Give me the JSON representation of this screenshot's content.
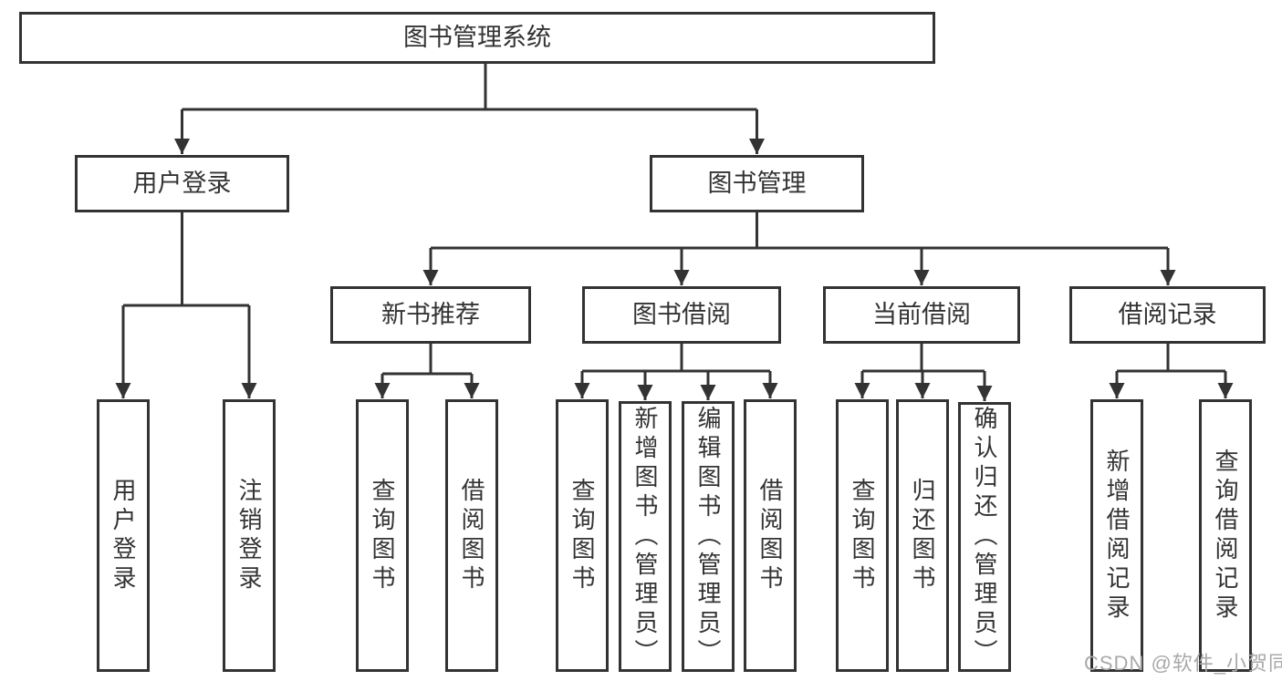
{
  "diagram": {
    "root": {
      "label": "图书管理系统"
    },
    "level2": [
      {
        "label": "用户登录"
      },
      {
        "label": "图书管理"
      }
    ],
    "level3": [
      {
        "label": "新书推荐"
      },
      {
        "label": "图书借阅"
      },
      {
        "label": "当前借阅"
      },
      {
        "label": "借阅记录"
      }
    ],
    "leaves": [
      {
        "label": "用户登录"
      },
      {
        "label": "注销登录"
      },
      {
        "label": "查询图书"
      },
      {
        "label": "借阅图书"
      },
      {
        "label": "查询图书"
      },
      {
        "label": "新增图书（管理员）"
      },
      {
        "label": "编辑图书（管理员）"
      },
      {
        "label": "借阅图书"
      },
      {
        "label": "查询图书"
      },
      {
        "label": "归还图书"
      },
      {
        "label": "确认归还（管理员）"
      },
      {
        "label": "新增借阅记录"
      },
      {
        "label": "查询借阅记录"
      }
    ]
  },
  "watermark": {
    "text": "CSDN @软件_小贺同学"
  },
  "colors": {
    "line": "#333333",
    "box_border": "#333333",
    "text": "#333333",
    "background": "#ffffff",
    "watermark": "#a9a9a9"
  }
}
